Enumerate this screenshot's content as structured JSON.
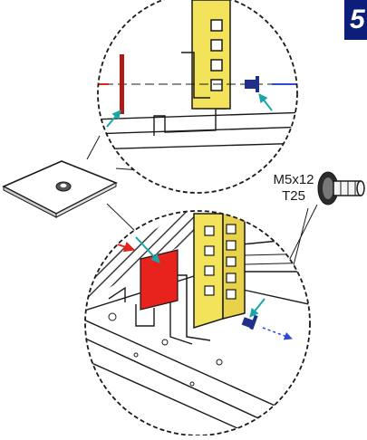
{
  "step": {
    "number": "5"
  },
  "fastener": {
    "size": "M5x12",
    "drive": "T25"
  },
  "colors": {
    "rail": "#f2e35a",
    "plate": "#e8221c",
    "screw": "#1f2f8a",
    "arrow_red": "#e8221c",
    "arrow_blue": "#2c4ad6",
    "leader": "#1aa6a6",
    "line": "#1a1a1a",
    "badge": "#0b1f7a"
  }
}
